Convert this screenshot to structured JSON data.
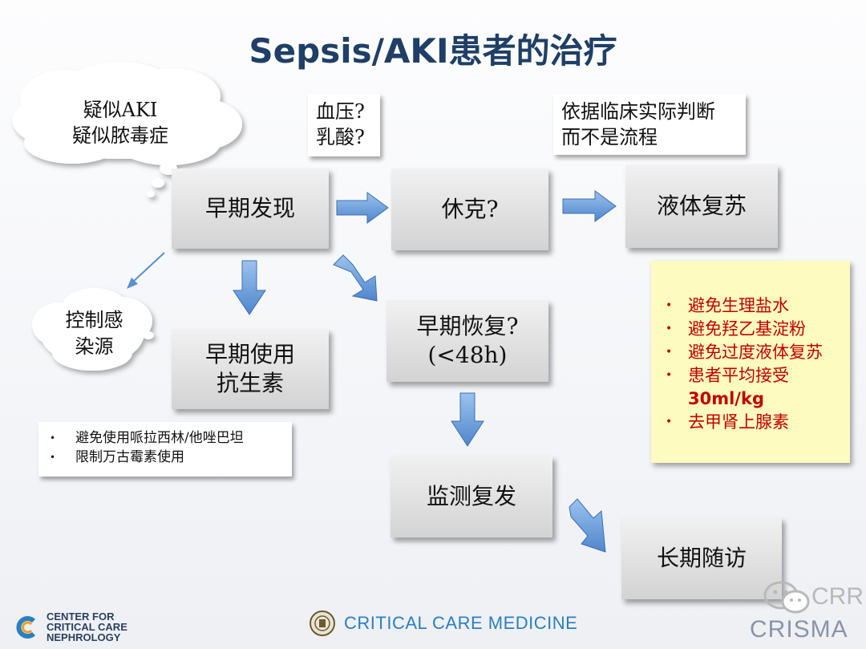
{
  "slide": {
    "title": "Sepsis/AKI患者的治疗",
    "cloud_suspect": "疑似AKI\n疑似脓毒症",
    "cloud_control": "控制感\n染源",
    "note_bp": "血压?\n乳酸?",
    "note_clinical": "依据临床实际判断\n而不是流程",
    "box_early_detect": "早期发现",
    "box_shock": "休克?",
    "box_fluid": "液体复苏",
    "box_antibiotics": "早期使用\n抗生素",
    "box_recovery": "早期恢复?\n(<48h)",
    "box_monitor": "监测复发",
    "box_followup": "长期随访",
    "fluid_points": [
      "避免生理盐水",
      "避免羟乙基淀粉",
      "避免过度液体复苏",
      "患者平均接受",
      "30ml/kg",
      "去甲肾上腺素"
    ],
    "antibiotic_points": [
      "避免使用哌拉西林/他唑巴坦",
      "限制万古霉素使用"
    ],
    "bullet_glyph": "•"
  },
  "footer": {
    "left_text": "CENTER FOR\nCRITICAL CARE\nNEPHROLOGY",
    "mid_text": "CRITICAL CARE MEDICINE",
    "right_text": "CRISMA",
    "watermark_text": "CRR"
  },
  "colors": {
    "title": "#1f3f66",
    "arrow_fill": "#6fa0dc",
    "red_text": "#c00000",
    "yellow_bg": "#fdfbbf"
  },
  "icons": [
    "wechat-icon",
    "cc-logo-icon",
    "university-seal-icon"
  ]
}
